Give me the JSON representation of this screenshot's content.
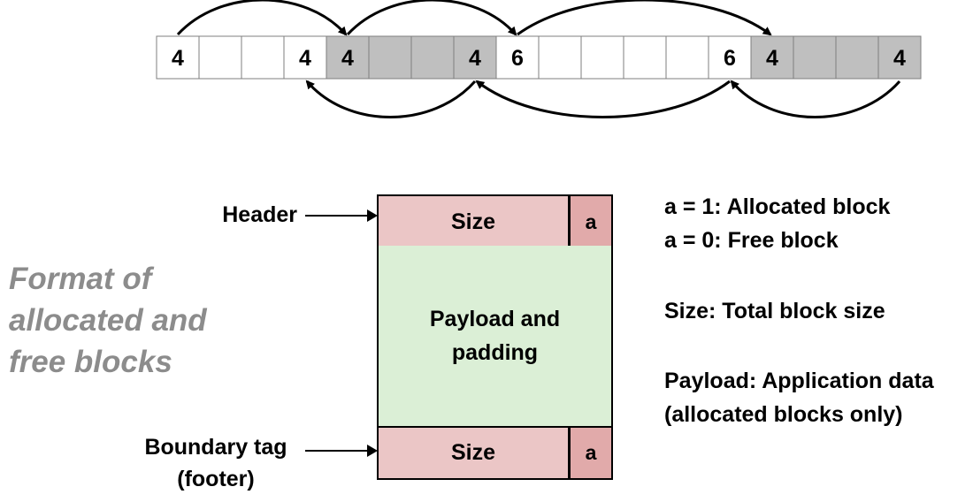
{
  "heap": {
    "words": [
      {
        "label": "4",
        "shaded": false
      },
      {
        "label": "",
        "shaded": false
      },
      {
        "label": "",
        "shaded": false
      },
      {
        "label": "4",
        "shaded": false
      },
      {
        "label": "4",
        "shaded": true
      },
      {
        "label": "",
        "shaded": true
      },
      {
        "label": "",
        "shaded": true
      },
      {
        "label": "4",
        "shaded": true
      },
      {
        "label": "6",
        "shaded": false
      },
      {
        "label": "",
        "shaded": false
      },
      {
        "label": "",
        "shaded": false
      },
      {
        "label": "",
        "shaded": false
      },
      {
        "label": "",
        "shaded": false
      },
      {
        "label": "6",
        "shaded": false
      },
      {
        "label": "4",
        "shaded": true
      },
      {
        "label": "",
        "shaded": true
      },
      {
        "label": "",
        "shaded": true
      },
      {
        "label": "4",
        "shaded": true
      }
    ],
    "forward_links": [
      [
        0,
        4
      ],
      [
        4,
        8
      ],
      [
        8,
        14
      ]
    ],
    "backward_links": [
      [
        7,
        3
      ],
      [
        13,
        7
      ],
      [
        17,
        13
      ]
    ],
    "colors": {
      "free": "#ffffff",
      "allocated": "#bfbfbf",
      "border": "#7f7f7f",
      "arrow": "#000000"
    }
  },
  "side_title": {
    "line1": "Format of",
    "line2": "allocated and",
    "line3": "free blocks"
  },
  "labels": {
    "header": "Header",
    "footer_line1": "Boundary tag",
    "footer_line2": "(footer)"
  },
  "block_format": {
    "header_size": "Size",
    "header_a": "a",
    "payload_line1": "Payload and",
    "payload_line2": "padding",
    "footer_size": "Size",
    "footer_a": "a",
    "colors": {
      "size": "#ebc6c6",
      "a": "#e1aaaa",
      "payload": "#dbefd6"
    }
  },
  "legend": {
    "line1": "a = 1: Allocated block",
    "line2": "a = 0: Free block",
    "line3": "Size: Total block size",
    "line4": "Payload: Application data",
    "line5": "(allocated blocks only)"
  }
}
